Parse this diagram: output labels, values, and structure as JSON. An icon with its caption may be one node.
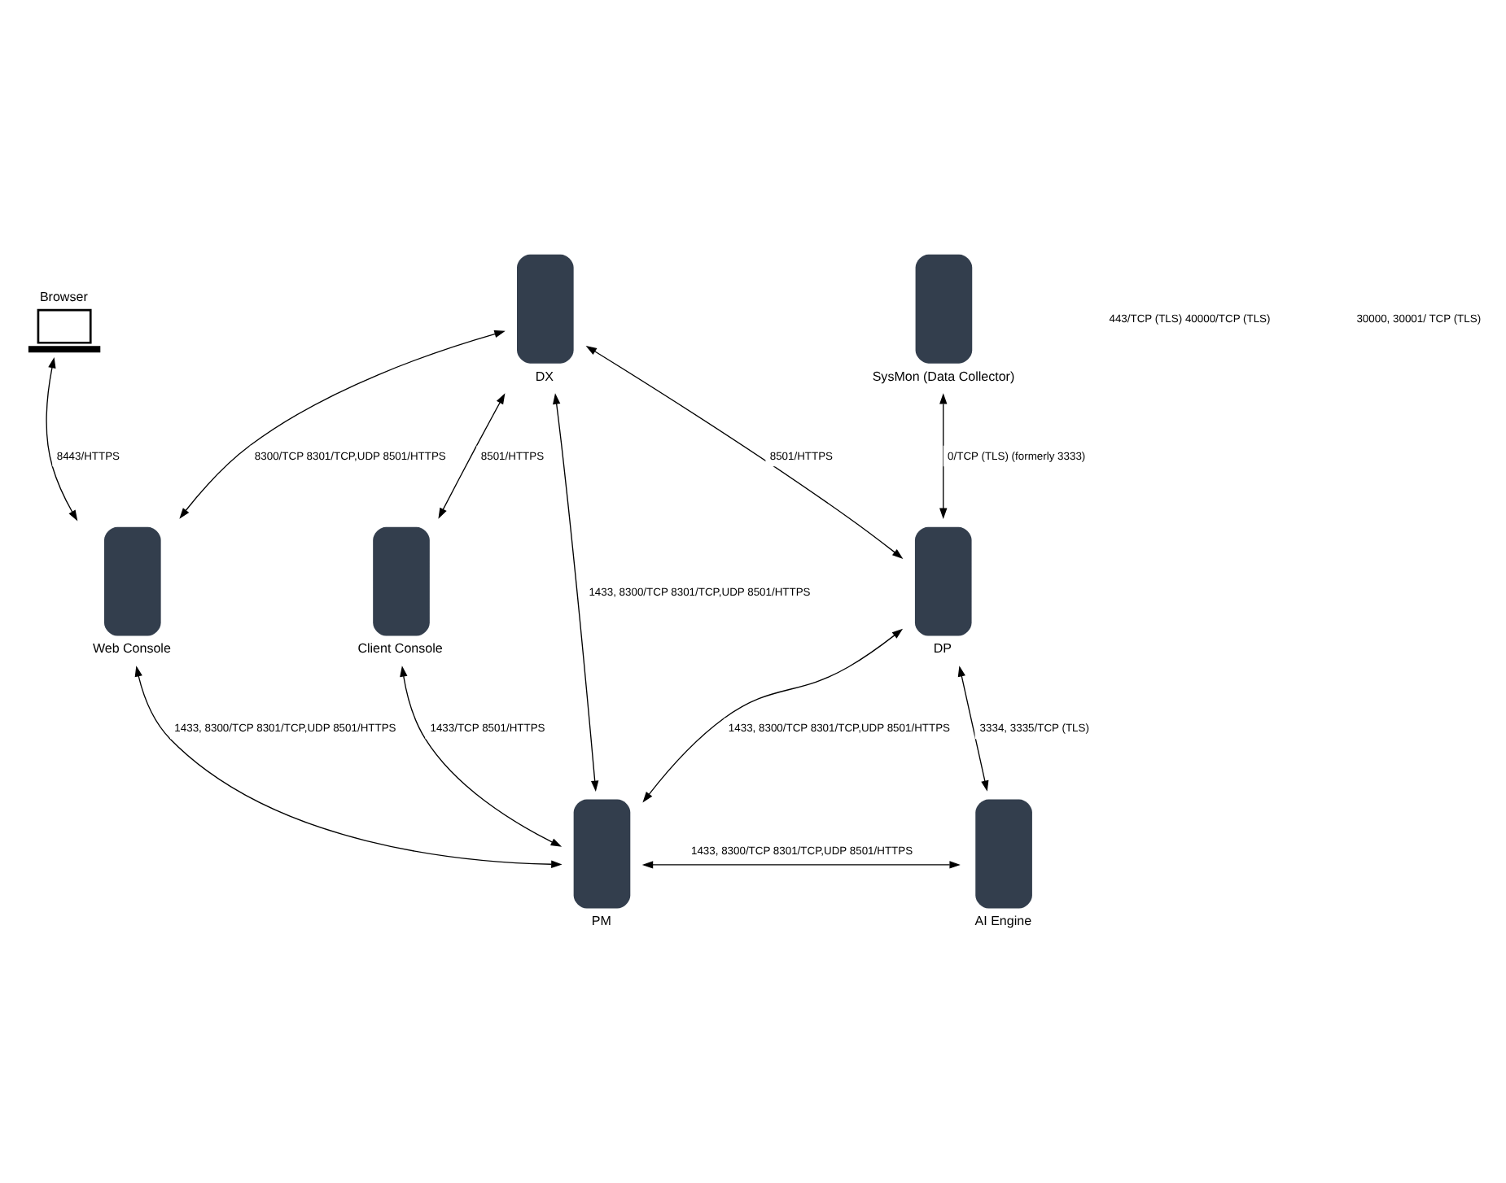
{
  "diagram": {
    "nodes": [
      {
        "text": [
          "Browser"
        ]
      },
      {
        "text": [
          "DX"
        ]
      },
      {
        "text": [
          "SysMon (Data Collector)"
        ]
      },
      {
        "text": [
          "Web Console"
        ]
      },
      {
        "text": [
          "Client Console"
        ]
      },
      {
        "text": [
          "DP"
        ]
      },
      {
        "text": [
          "PM"
        ]
      },
      {
        "text": [
          "AI Engine"
        ]
      }
    ],
    "edges": [
      {
        "from": 0,
        "to": 3,
        "arrow": "both",
        "label": "8443/HTTPS"
      },
      {
        "from": 3,
        "to": 1,
        "arrow": "both",
        "label": "8300/TCP 8301/TCP,UDP 8501/HTTPS"
      },
      {
        "from": 4,
        "to": 1,
        "arrow": "both",
        "label": "8501/HTTPS"
      },
      {
        "from": 1,
        "to": 6,
        "arrow": "both",
        "label": "1433, 8300/TCP 8301/TCP,UDP 8501/HTTPS"
      },
      {
        "from": 1,
        "to": 5,
        "arrow": "both",
        "label": "8501/HTTPS"
      },
      {
        "from": 5,
        "to": 2,
        "arrow": "both",
        "label": "0/TCP (TLS) (formerly 3333)"
      },
      {
        "from": 3,
        "to": 6,
        "arrow": "both",
        "label": "1433, 8300/TCP 8301/TCP,UDP 8501/HTTPS"
      },
      {
        "from": 4,
        "to": 6,
        "arrow": "both",
        "label": "1433/TCP 8501/HTTPS"
      },
      {
        "from": 5,
        "to": 6,
        "arrow": "both",
        "label": "1433, 8300/TCP 8301/TCP,UDP 8501/HTTPS"
      },
      {
        "from": 5,
        "to": 7,
        "arrow": "both",
        "label": "3334, 3335/TCP (TLS)"
      },
      {
        "from": 6,
        "to": 7,
        "arrow": "both",
        "label": "1433, 8300/TCP 8301/TCP,UDP 8501/HTTPS"
      }
    ],
    "labels": [
      "443/TCP (TLS) 40000/TCP (TLS)",
      "30000, 30001/ TCP (TLS)"
    ]
  }
}
